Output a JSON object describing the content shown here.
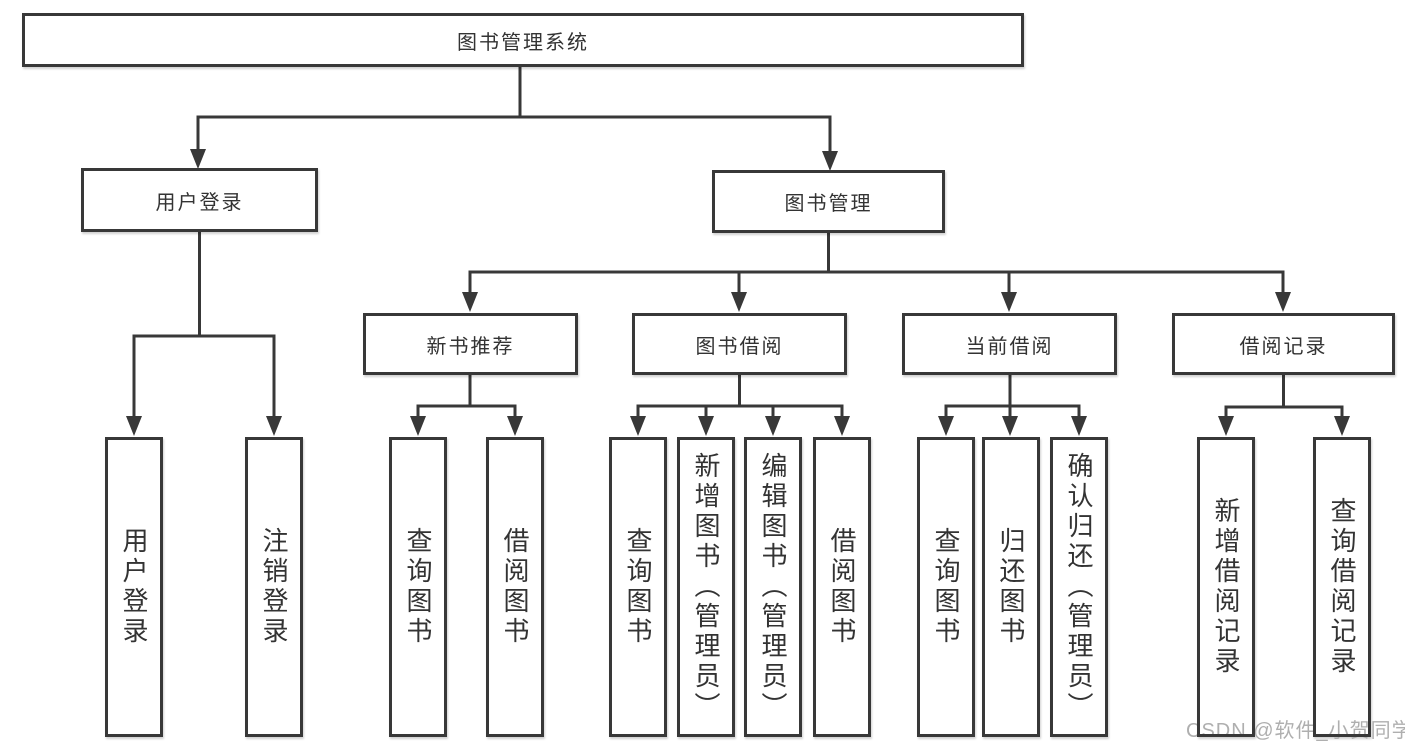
{
  "diagram_title": "图书管理系统",
  "tree": {
    "root": {
      "label": "图书管理系统"
    },
    "branches": [
      {
        "label": "用户登录",
        "children": [
          {
            "label": "用户登录"
          },
          {
            "label": "注销登录"
          }
        ]
      },
      {
        "label": "图书管理",
        "children": [
          {
            "label": "新书推荐",
            "children": [
              {
                "label": "查询图书"
              },
              {
                "label": "借阅图书"
              }
            ]
          },
          {
            "label": "图书借阅",
            "children": [
              {
                "label": "查询图书"
              },
              {
                "label": "新增图书（管理员）"
              },
              {
                "label": "编辑图书（管理员）"
              },
              {
                "label": "借阅图书"
              }
            ]
          },
          {
            "label": "当前借阅",
            "children": [
              {
                "label": "查询图书"
              },
              {
                "label": "归还图书"
              },
              {
                "label": "确认归还（管理员）"
              }
            ]
          },
          {
            "label": "借阅记录",
            "children": [
              {
                "label": "新增借阅记录"
              },
              {
                "label": "查询借阅记录"
              }
            ]
          }
        ]
      }
    ]
  },
  "watermark": {
    "text": "CSDN @软件_小贺同学"
  },
  "colors": {
    "line": "#383838",
    "box_border": "#383838",
    "text": "#333333",
    "watermark": "#afafaf",
    "background": "#ffffff"
  }
}
